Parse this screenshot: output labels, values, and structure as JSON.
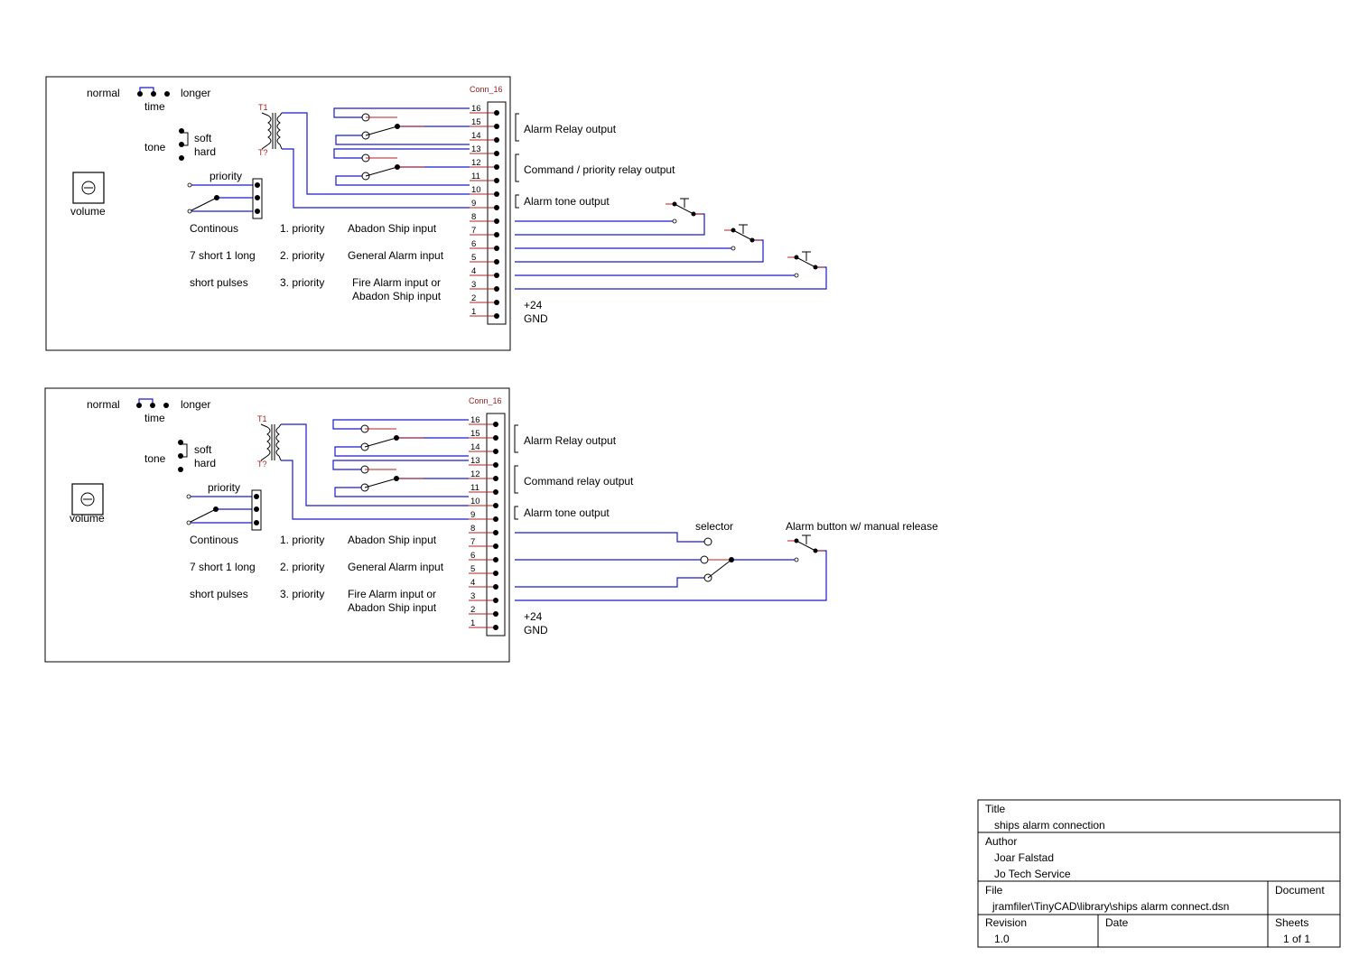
{
  "boards": [
    {
      "conn_label": "Conn_16",
      "transformer_ref": "T1",
      "transformer_ref2": "T?",
      "jumper_normal": "normal",
      "jumper_longer": "longer",
      "jumper_time": "time",
      "tone_label": "tone",
      "tone_soft": "soft",
      "tone_hard": "hard",
      "volume_label": "volume",
      "priority_label": "priority",
      "modes": [
        {
          "pattern": "Continous",
          "priority": "1. priority",
          "input": "Abadon Ship input",
          "input2": ""
        },
        {
          "pattern": "7 short 1 long",
          "priority": "2. priority",
          "input": "General Alarm input",
          "input2": ""
        },
        {
          "pattern": "short pulses",
          "priority": "3. priority",
          "input": "Fire Alarm input or",
          "input2": "Abadon Ship input"
        }
      ],
      "outputs": [
        "Alarm Relay output",
        "Command / priority relay output",
        "Alarm tone output"
      ],
      "supply_plus": "+24",
      "supply_gnd": "GND",
      "pins": [
        "16",
        "15",
        "14",
        "13",
        "12",
        "11",
        "10",
        "9",
        "8",
        "7",
        "6",
        "5",
        "4",
        "3",
        "2",
        "1"
      ]
    },
    {
      "conn_label": "Conn_16",
      "transformer_ref": "T1",
      "transformer_ref2": "T?",
      "jumper_normal": "normal",
      "jumper_longer": "longer",
      "jumper_time": "time",
      "tone_label": "tone",
      "tone_soft": "soft",
      "tone_hard": "hard",
      "volume_label": "volume",
      "priority_label": "priority",
      "modes": [
        {
          "pattern": "Continous",
          "priority": "1. priority",
          "input": "Abadon Ship input",
          "input2": ""
        },
        {
          "pattern": "7 short 1 long",
          "priority": "2. priority",
          "input": "General Alarm input",
          "input2": ""
        },
        {
          "pattern": "short pulses",
          "priority": "3. priority",
          "input": "Fire Alarm input or",
          "input2": "Abadon Ship input"
        }
      ],
      "outputs": [
        "Alarm Relay output",
        "Command relay output",
        "Alarm tone output"
      ],
      "supply_plus": "+24",
      "supply_gnd": "GND",
      "pins": [
        "16",
        "15",
        "14",
        "13",
        "12",
        "11",
        "10",
        "9",
        "8",
        "7",
        "6",
        "5",
        "4",
        "3",
        "2",
        "1"
      ],
      "selector_label": "selector",
      "alarm_button_label": "Alarm button w/ manual release"
    }
  ],
  "title_block": {
    "title_label": "Title",
    "title_value": "ships alarm connection",
    "author_label": "Author",
    "author_name": "Joar Falstad",
    "author_company": "Jo Tech Service",
    "file_label": "File",
    "file_value": "jramfiler\\TinyCAD\\library\\ships alarm connect.dsn",
    "document_label": "Document",
    "revision_label": "Revision",
    "revision_value": "1.0",
    "date_label": "Date",
    "sheets_label": "Sheets",
    "sheets_value": "1 of 1"
  },
  "colors": {
    "wire": "#1a1acc",
    "pin": "#b02020",
    "ink": "#000000"
  }
}
